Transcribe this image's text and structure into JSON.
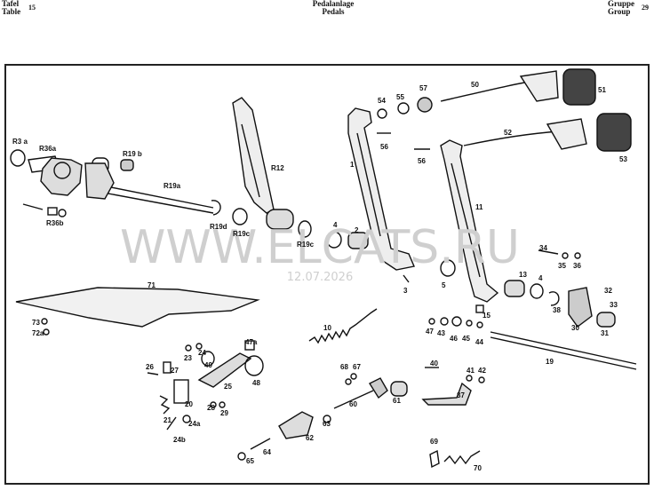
{
  "header": {
    "left_line1": "Tafel",
    "left_line2": "Table",
    "left_number": "15",
    "center_line1": "Pedalanlage",
    "center_line2": "Pedals",
    "right_line1": "Gruppe",
    "right_line2": "Group",
    "right_number": "29"
  },
  "watermark": {
    "site": "WWW.ELCATS.RU",
    "date": "12.07.2026"
  },
  "parts": [
    {
      "id": "R3a",
      "label": "R3 a"
    },
    {
      "id": "R36a",
      "label": "R36a"
    },
    {
      "id": "R19b",
      "label": "R19 b"
    },
    {
      "id": "R19a",
      "label": "R19a"
    },
    {
      "id": "R36b",
      "label": "R36b"
    },
    {
      "id": "R19d",
      "label": "R19d"
    },
    {
      "id": "R19c1",
      "label": "R19c"
    },
    {
      "id": "R19c2",
      "label": "R19c"
    },
    {
      "id": "R12",
      "label": "R12"
    },
    {
      "id": "p1",
      "label": "1"
    },
    {
      "id": "p2",
      "label": "2"
    },
    {
      "id": "p3",
      "label": "3"
    },
    {
      "id": "p4a",
      "label": "4"
    },
    {
      "id": "p4b",
      "label": "4"
    },
    {
      "id": "p5",
      "label": "5"
    },
    {
      "id": "p10",
      "label": "10"
    },
    {
      "id": "p11",
      "label": "11"
    },
    {
      "id": "p13",
      "label": "13"
    },
    {
      "id": "p15",
      "label": "15"
    },
    {
      "id": "p19",
      "label": "19"
    },
    {
      "id": "p20",
      "label": "20"
    },
    {
      "id": "p21",
      "label": "21"
    },
    {
      "id": "p23",
      "label": "23"
    },
    {
      "id": "p24",
      "label": "24"
    },
    {
      "id": "p24a",
      "label": "24a"
    },
    {
      "id": "p24b",
      "label": "24b"
    },
    {
      "id": "p25",
      "label": "25"
    },
    {
      "id": "p26",
      "label": "26"
    },
    {
      "id": "p27",
      "label": "27"
    },
    {
      "id": "p28",
      "label": "28"
    },
    {
      "id": "p29",
      "label": "29"
    },
    {
      "id": "p30",
      "label": "30"
    },
    {
      "id": "p31",
      "label": "31"
    },
    {
      "id": "p32",
      "label": "32"
    },
    {
      "id": "p33",
      "label": "33"
    },
    {
      "id": "p34",
      "label": "34"
    },
    {
      "id": "p35",
      "label": "35"
    },
    {
      "id": "p36",
      "label": "36"
    },
    {
      "id": "p37",
      "label": "37"
    },
    {
      "id": "p38",
      "label": "38"
    },
    {
      "id": "p40",
      "label": "40"
    },
    {
      "id": "p41",
      "label": "41"
    },
    {
      "id": "p42",
      "label": "42"
    },
    {
      "id": "p43",
      "label": "43"
    },
    {
      "id": "p44",
      "label": "44"
    },
    {
      "id": "p45",
      "label": "45"
    },
    {
      "id": "p46",
      "label": "46"
    },
    {
      "id": "p47",
      "label": "47"
    },
    {
      "id": "p47a",
      "label": "47a"
    },
    {
      "id": "p48",
      "label": "48"
    },
    {
      "id": "p49",
      "label": "49"
    },
    {
      "id": "p50",
      "label": "50"
    },
    {
      "id": "p51",
      "label": "51"
    },
    {
      "id": "p52",
      "label": "52"
    },
    {
      "id": "p53",
      "label": "53"
    },
    {
      "id": "p54",
      "label": "54"
    },
    {
      "id": "p55",
      "label": "55"
    },
    {
      "id": "p56a",
      "label": "56"
    },
    {
      "id": "p56b",
      "label": "56"
    },
    {
      "id": "p57",
      "label": "57"
    },
    {
      "id": "p60",
      "label": "60"
    },
    {
      "id": "p61",
      "label": "61"
    },
    {
      "id": "p62",
      "label": "62"
    },
    {
      "id": "p63",
      "label": "63"
    },
    {
      "id": "p64",
      "label": "64"
    },
    {
      "id": "p65",
      "label": "65"
    },
    {
      "id": "p67",
      "label": "67"
    },
    {
      "id": "p68",
      "label": "68"
    },
    {
      "id": "p69",
      "label": "69"
    },
    {
      "id": "p70",
      "label": "70"
    },
    {
      "id": "p71",
      "label": "71"
    },
    {
      "id": "p72a",
      "label": "72a"
    },
    {
      "id": "p73",
      "label": "73"
    }
  ]
}
